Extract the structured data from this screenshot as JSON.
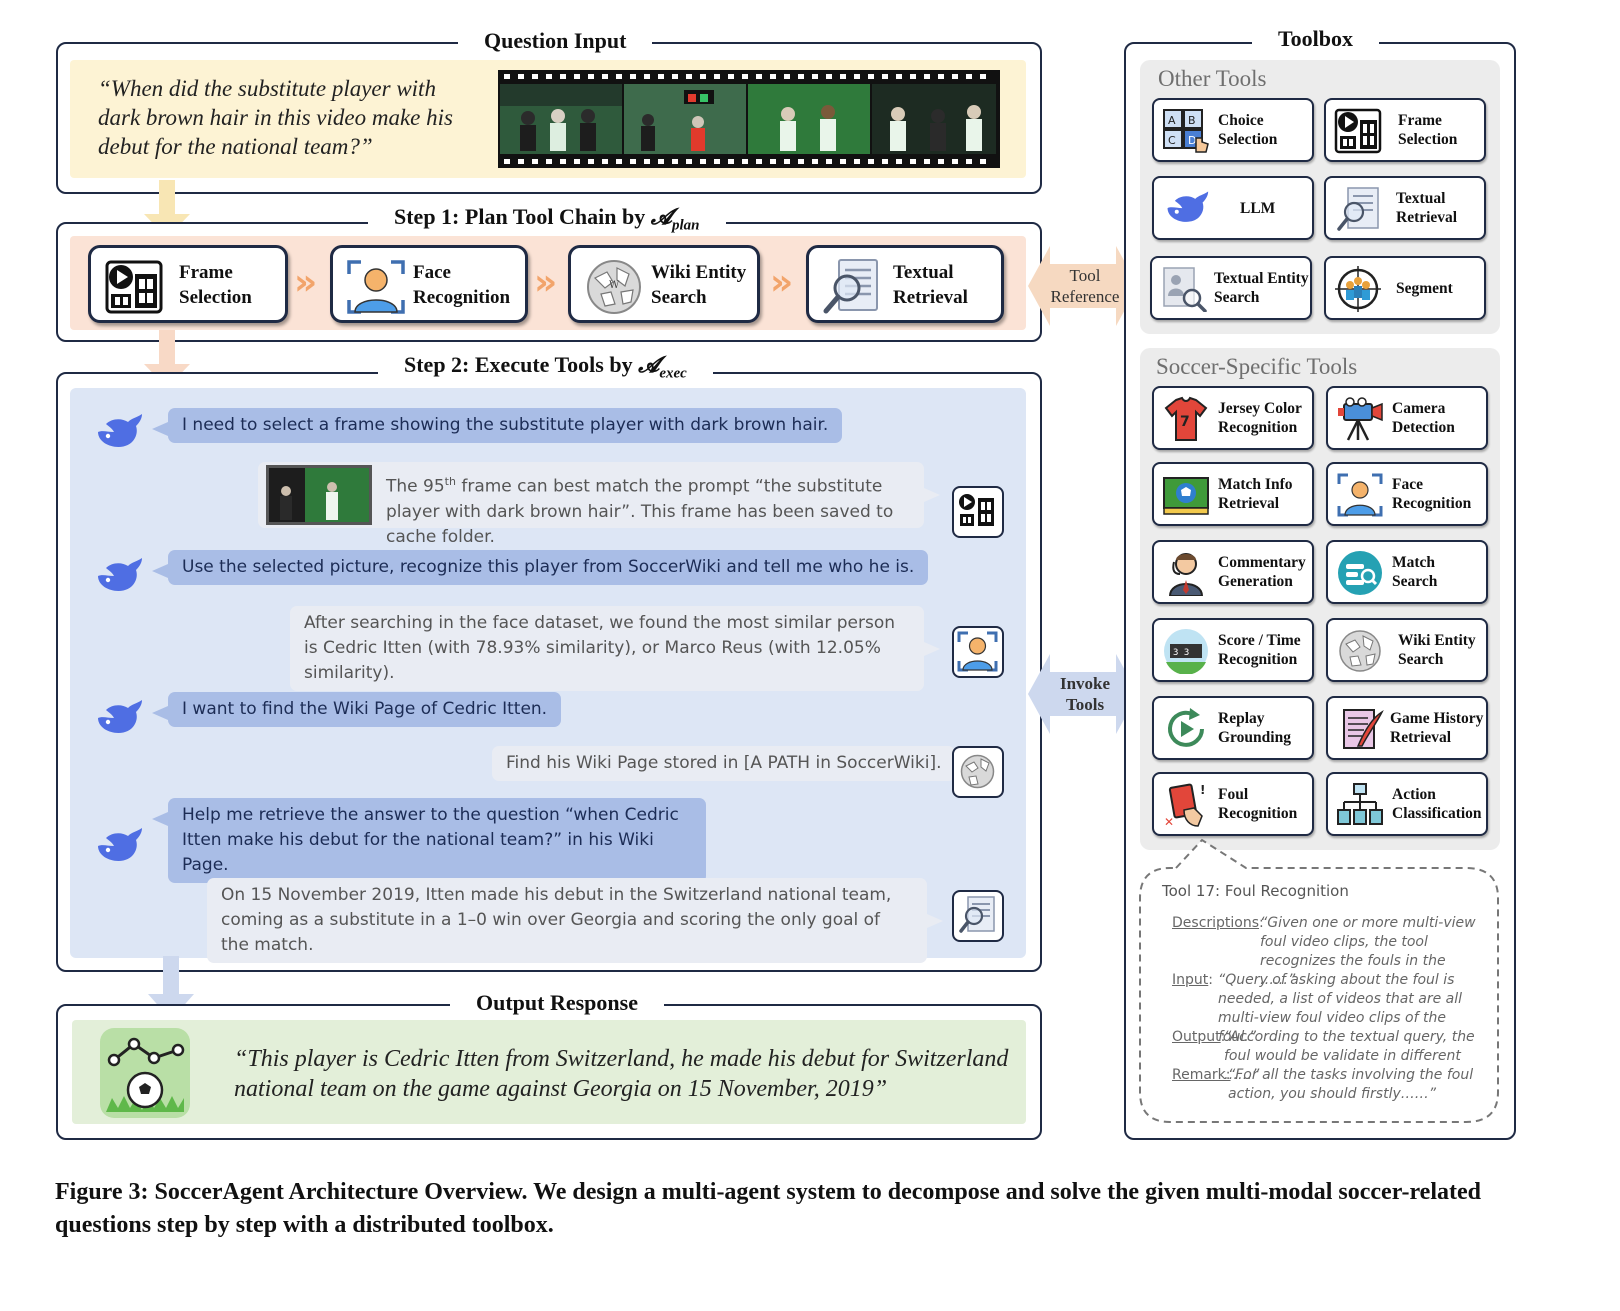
{
  "question_input": {
    "title": "Question Input",
    "question": "“When did the substitute player with dark brown hair in this video make his debut for the national team?”"
  },
  "step1": {
    "title_prefix": "Step 1: Plan Tool Chain by ",
    "agent_symbol": "𝓐",
    "agent_sub": "plan",
    "tools": [
      "Frame Selection",
      "Face Recognition",
      "Wiki Entity Search",
      "Textual Retrieval"
    ]
  },
  "step2": {
    "title_prefix": "Step 2: Execute Tools by ",
    "agent_symbol": "𝓐",
    "agent_sub": "exec",
    "dialogue": [
      {
        "role": "agent",
        "text": "I need to select a frame showing the substitute player with dark brown hair."
      },
      {
        "role": "tool",
        "icon": "frame-selection",
        "text_a": "The 95",
        "sup": "th",
        "text_b": " frame can best match the prompt “the substitute player with dark brown hair”. This frame has been saved to cache folder."
      },
      {
        "role": "agent",
        "text": "Use the selected picture, recognize this player from SoccerWiki and tell me who he is."
      },
      {
        "role": "tool",
        "icon": "face-recognition",
        "text": "After searching in the face dataset, we found the most similar person is Cedric Itten (with 78.93% similarity), or Marco Reus (with 12.05% similarity)."
      },
      {
        "role": "agent",
        "text": "I want to find the Wiki Page of Cedric Itten."
      },
      {
        "role": "tool",
        "icon": "wiki",
        "text": "Find his Wiki Page stored in [A PATH in SoccerWiki]."
      },
      {
        "role": "agent",
        "text": "Help me retrieve the answer to the question “when Cedric Itten make his debut for the national team?” in his Wiki Page."
      },
      {
        "role": "tool",
        "icon": "textual-retrieval",
        "text": "On 15 November 2019, Itten made his debut in the Switzerland national team, coming as a substitute in a 1–0 win over Georgia and scoring the only goal of the match."
      }
    ]
  },
  "output": {
    "title": "Output Response",
    "answer": "“This player is Cedric Itten from Switzerland, he made his debut for Switzerland national team on the game against Georgia on 15 November, 2019”"
  },
  "arrows": {
    "tool_reference": "Tool Reference",
    "invoke_tools": "Invoke Tools"
  },
  "toolbox": {
    "title": "Toolbox",
    "other_title": "Other Tools",
    "other_tools": [
      "Choice Selection",
      "Frame Selection",
      "LLM",
      "Textual Retrieval",
      "Textual Entity Search",
      "Segment"
    ],
    "soccer_title": "Soccer-Specific Tools",
    "soccer_tools": [
      "Jersey Color Recognition",
      "Camera Detection",
      "Match Info Retrieval",
      "Face Recognition",
      "Commentary Generation",
      "Match Search",
      "Score / Time Recognition",
      "Wiki Entity Search",
      "Replay Grounding",
      "Game History Retrieval",
      "Foul Recognition",
      "Action Classification"
    ],
    "detail": {
      "title": "Tool 17: Foul Recognition",
      "descriptions_label": "Descriptions",
      "descriptions": "“Given one or more multi-view foul video clips, the tool recognizes the fouls in the ……”",
      "input_label": "Input",
      "input": "“Query of asking about the foul is needed, a list of videos that are all multi-view foul video clips of the foul.”",
      "output_label": "Output",
      "output": "“According to the textual query, the foul would be validate in different ……”",
      "remark_label": "Remark:",
      "remark": "“For all the tasks involving the foul action, you should firstly……”"
    }
  },
  "caption": "Figure 3: SoccerAgent Architecture Overview. We design a multi-agent system to decompose and solve the given multi-modal soccer-related questions step by step with a distributed toolbox.",
  "colors": {
    "frame": "#1f2a44",
    "question_bg": "#fdf3d4",
    "plan_bg": "#fbe3d6",
    "exec_bg": "#dde6f5",
    "output_bg": "#e3efd9",
    "agent_bubble": "#a9bde6",
    "tool_bubble": "#e9ecf3",
    "arrow_peach": "#f6d9c1",
    "arrow_blue": "#cdd8ee",
    "toolbox_group": "#ececec"
  }
}
